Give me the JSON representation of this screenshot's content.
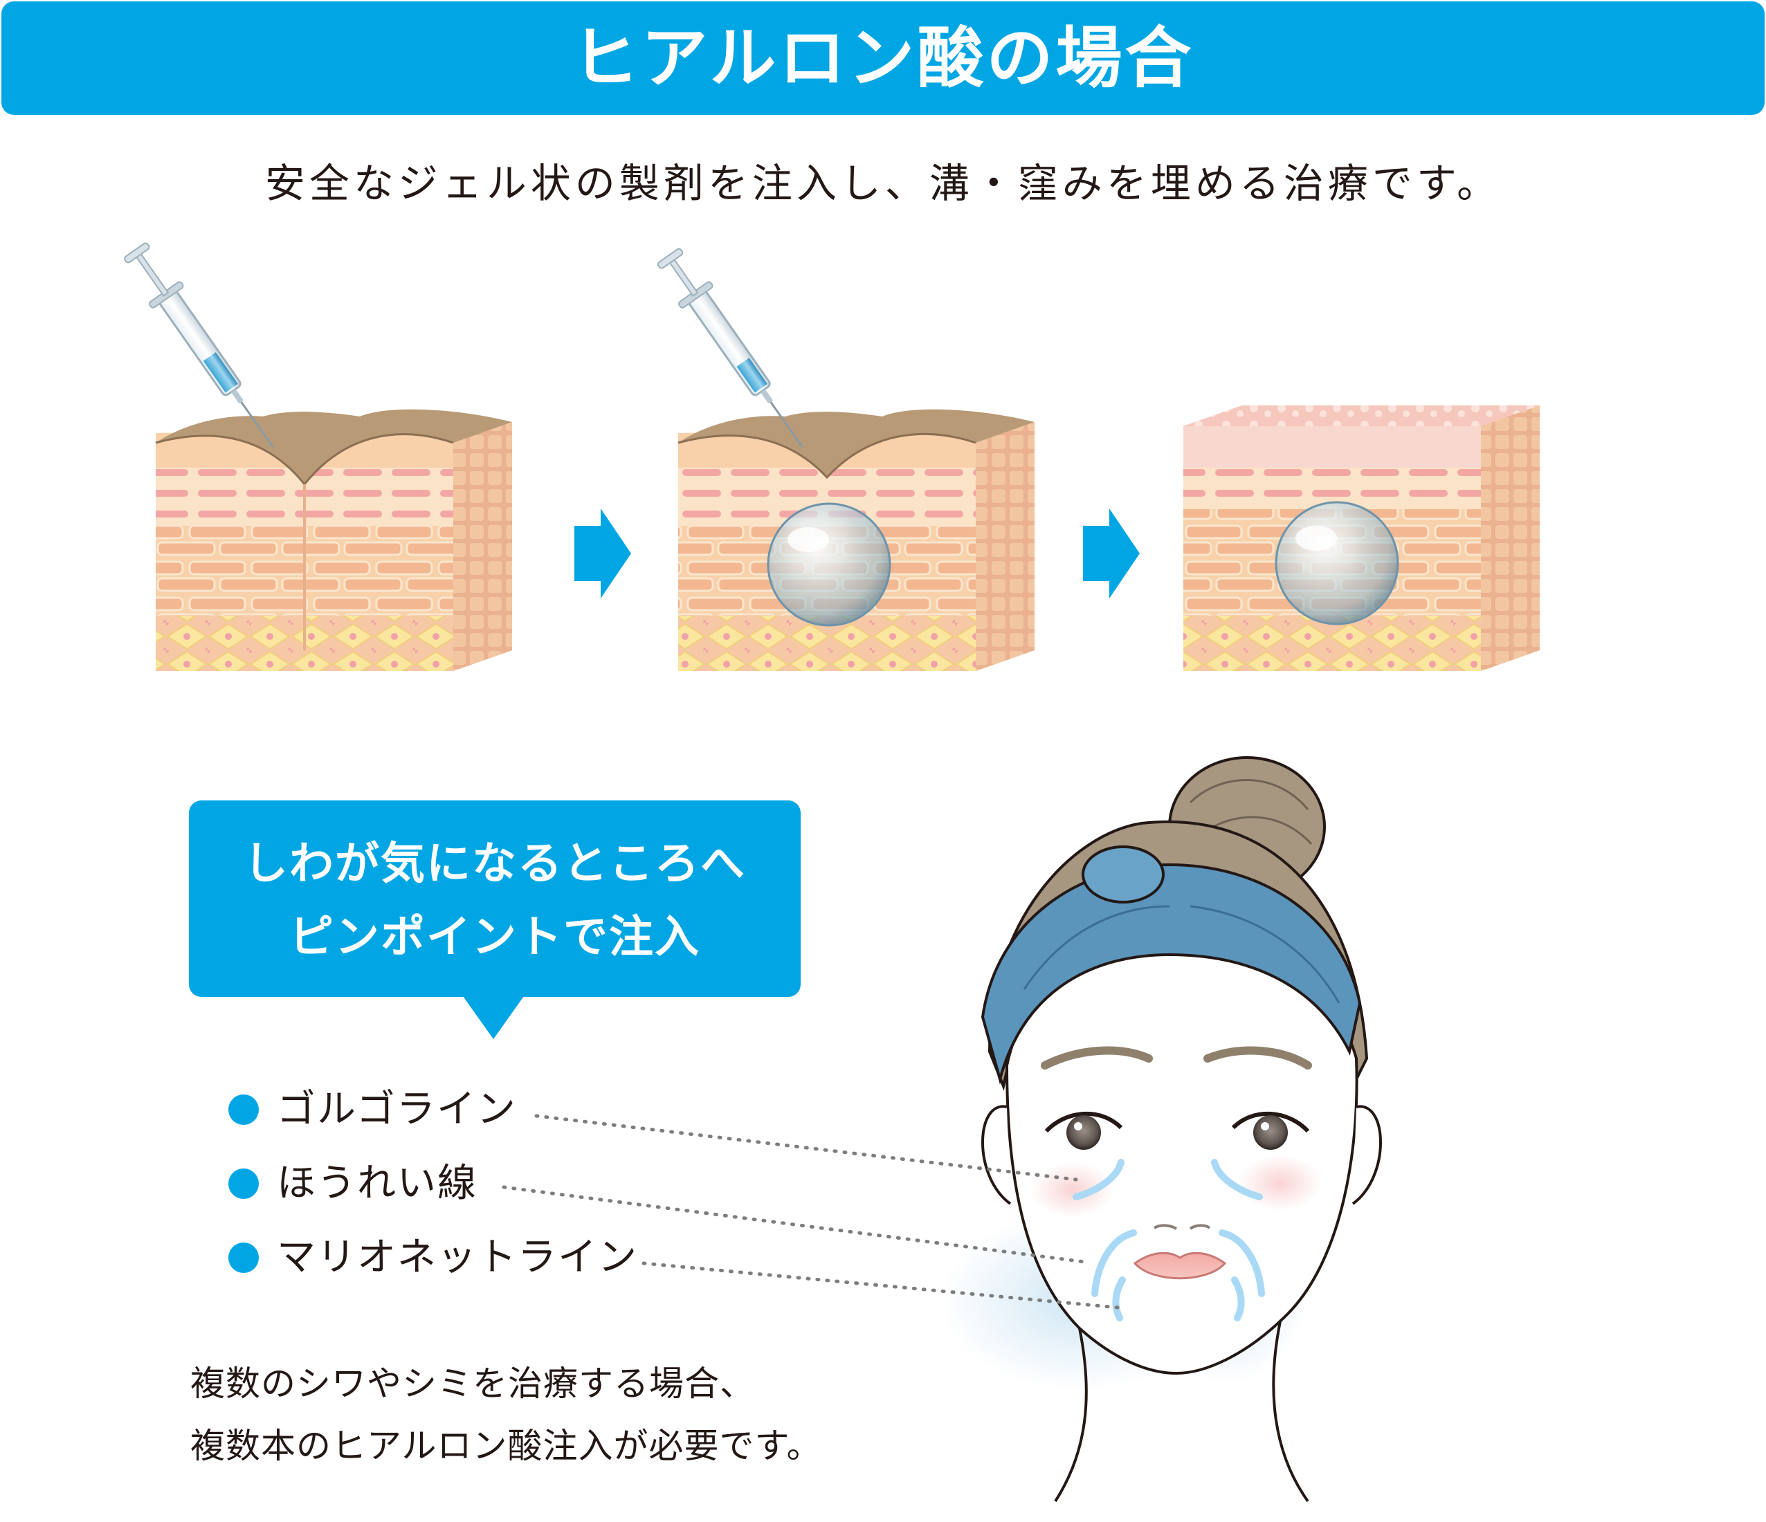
{
  "header": {
    "title": "ヒアルロン酸の場合",
    "subtitle": "安全なジェル状の製剤を注入し、溝・窪みを埋める治療です。"
  },
  "callout": {
    "line1": "しわが気になるところへ",
    "line2": "ピンポイントで注入"
  },
  "treatment_lines": [
    {
      "label": "ゴルゴライン"
    },
    {
      "label": "ほうれい線"
    },
    {
      "label": "マリオネットライン"
    }
  ],
  "note": {
    "line1": "複数のシワやシミを治療する場合、",
    "line2": "複数本のヒアルロン酸注入が必要です。"
  },
  "colors": {
    "accent": "#00a6e4",
    "text": "#231815",
    "line_marker": "#a9d9f5",
    "dotted_line": "#7d7d7d"
  }
}
